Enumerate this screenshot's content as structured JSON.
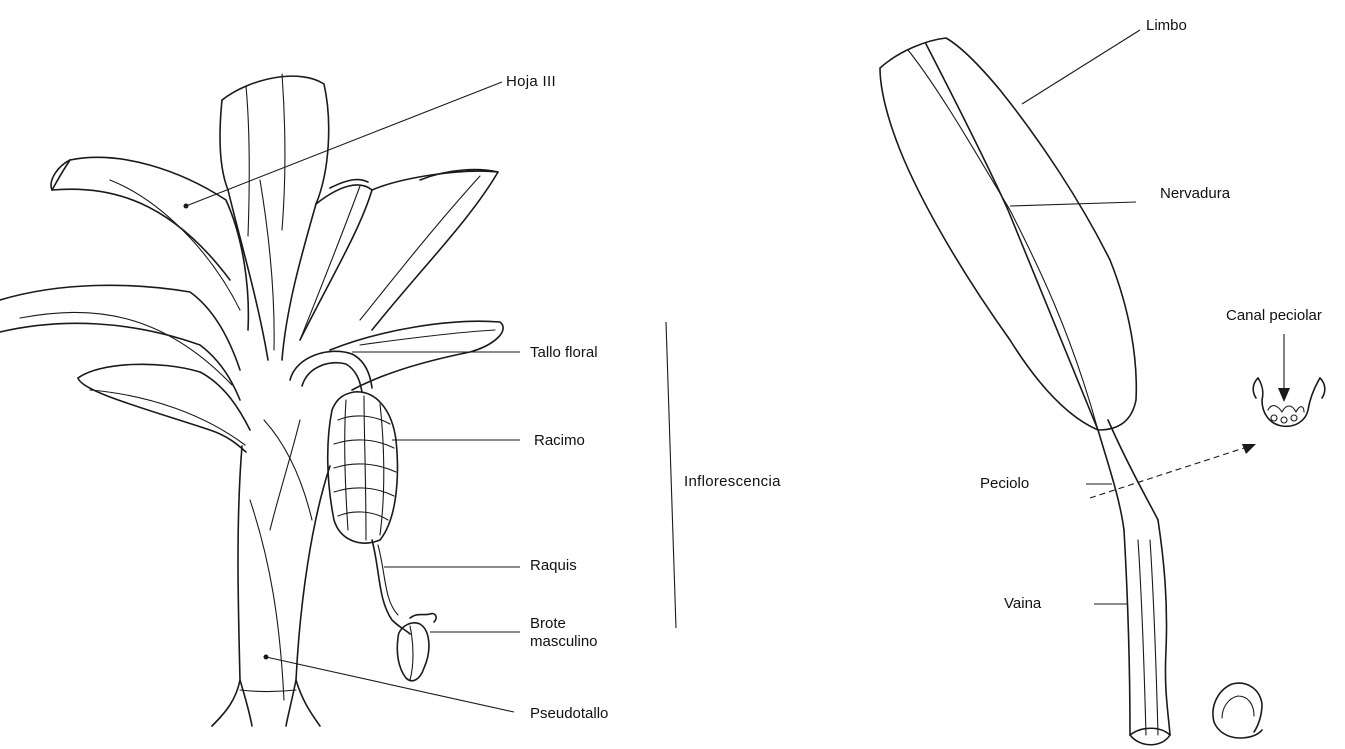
{
  "plant_labels": {
    "hoja": "Hoja III",
    "tallo_floral": "Tallo floral",
    "racimo": "Racimo",
    "inflorescencia": "Inflorescencia",
    "raquis": "Raquis",
    "brote_line1": "Brote",
    "brote_line2": "masculino",
    "pseudotallo": "Pseudotallo"
  },
  "leaf_labels": {
    "limbo": "Limbo",
    "nervadura": "Nervadura",
    "canal_peciolar": "Canal peciolar",
    "peciolo": "Peciolo",
    "vaina": "Vaina"
  }
}
